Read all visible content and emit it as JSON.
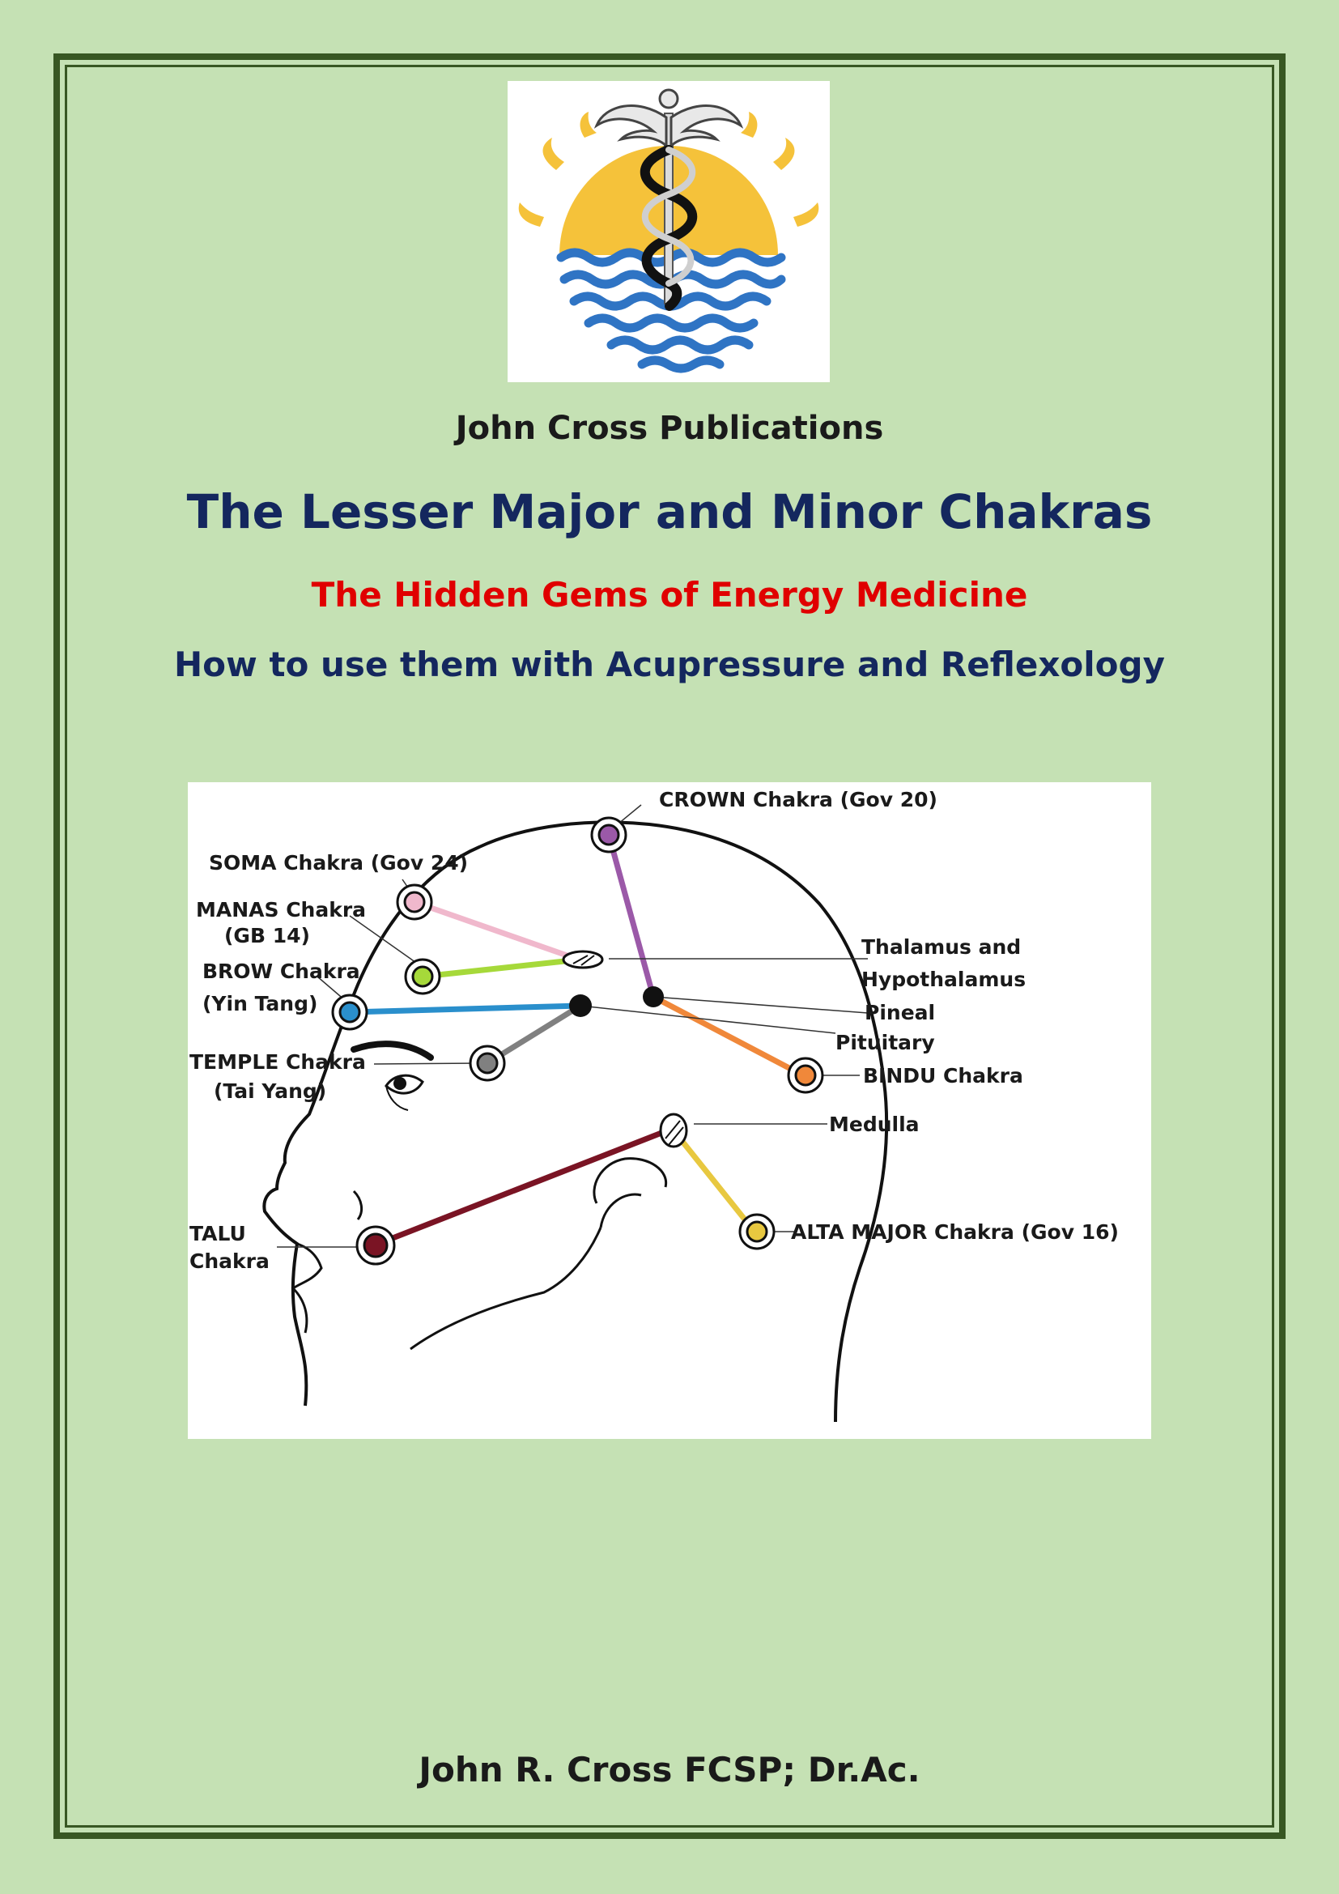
{
  "publisher": "John Cross Publications",
  "title": "The Lesser Major and Minor Chakras",
  "subtitle": "The Hidden Gems of Energy Medicine",
  "tagline": "How to use them with Acupressure and Reflexology",
  "author": "John R. Cross FCSP; Dr.Ac.",
  "colors": {
    "background": "#c5e1b4",
    "frame": "#385723",
    "title": "#14275e",
    "subtitle": "#e00000"
  },
  "diagram": {
    "labels": {
      "crown": "CROWN Chakra (Gov 20)",
      "soma": "SOMA Chakra (Gov 24)",
      "manas_1": "MANAS Chakra",
      "manas_2": "(GB 14)",
      "brow_1": "BROW Chakra",
      "brow_2": "(Yin Tang)",
      "temple_1": "TEMPLE Chakra",
      "temple_2": "(Tai Yang)",
      "talu_1": "TALU",
      "talu_2": "Chakra",
      "thalamus_1": "Thalamus and",
      "thalamus_2": "Hypothalamus",
      "pineal": "Pineal",
      "pituitary": "Pituitary",
      "bindu": "BINDU Chakra",
      "medulla": "Medulla",
      "alta_major": "ALTA MAJOR Chakra (Gov 16)"
    },
    "chakra_colors": {
      "crown": "#9b59a8",
      "soma": "#f0b8cc",
      "manas": "#a6d93a",
      "brow": "#2a8fcc",
      "temple": "#808080",
      "bindu": "#f0883a",
      "alta_major": "#e8c840",
      "talu": "#7a1424"
    }
  }
}
